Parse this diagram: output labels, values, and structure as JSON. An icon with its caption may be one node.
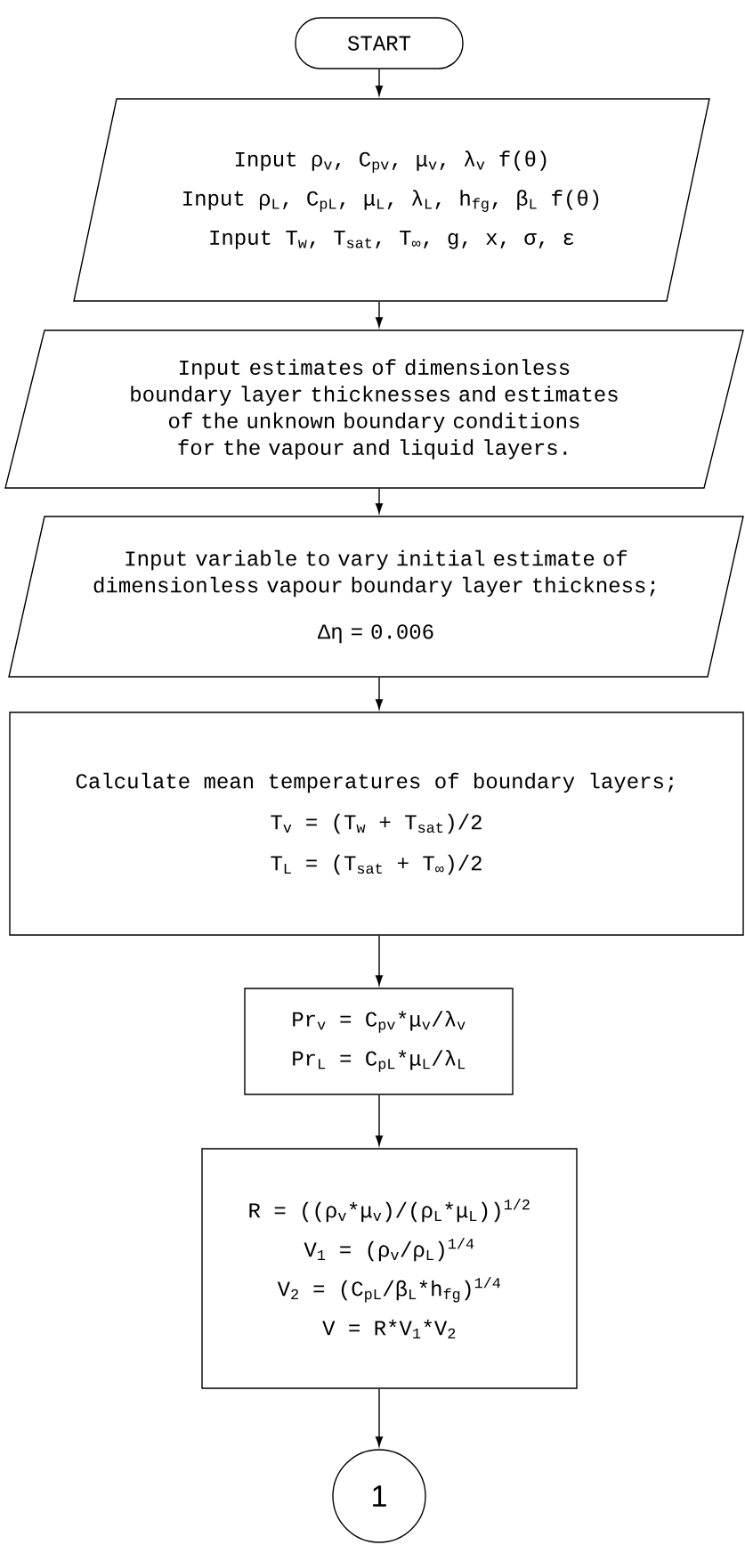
{
  "diagram": {
    "nodes": [
      {
        "text": [
          "START"
        ]
      },
      {
        "text": [
          "Input ρ$_{v}$, C$_{pv}$, μ$_{v}$, λ$_{v}$ f(θ)",
          "Input ρ$_{L}$, C$_{pL}$, μ$_{L}$, λ$_{L}$, h$_{fg}$, β$_{L}$ f(θ)",
          "Input T$_{w}$, T$_{sat}$, T$_{∞}$, g, x, σ, ε"
        ]
      },
      {
        "text": [
          "Input estimates of dimensionless boundary layer thicknesses and estimates of the unknown boundary conditions for the vapour and liquid layers."
        ]
      },
      {
        "text": [
          "Input variable to vary initial estimate of dimensionless vapour boundary layer thickness;",
          "Δη = 0.006"
        ]
      },
      {
        "text": [
          "Calculate mean temperatures of boundary layers;",
          "T$_{v}$ = (T$_{w}$ + T$_{sat}$)/2",
          "T$_{L}$ = (T$_{sat}$ + T$_{∞}$)/2"
        ]
      },
      {
        "text": [
          "Pr$_{v}$ = C$_{pv}$*μ$_{v}$/λ$_{v}$",
          "Pr$_{L}$ = C$_{pL}$*μ$_{L}$/λ$_{L}$"
        ]
      },
      {
        "text": [
          "R = ((ρ$_{v}$*μ$_{v}$)/(ρ$_{L}$*μ$_{L}$))$^{1/2}$",
          "V$_{1}$ = (ρ$_{v}$/ρ$_{L}$)$^{1/4}$",
          "V$_{2}$ = (C$_{pL}$/β$_{L}$*h$_{fg}$)$^{1/4}$",
          "V = R*V$_{1}$*V$_{2}$"
        ]
      },
      {
        "text": [
          "1"
        ]
      }
    ],
    "edges": [
      {
        "from": 0,
        "to": 1,
        "arrow": "to"
      },
      {
        "from": 1,
        "to": 2,
        "arrow": "to"
      },
      {
        "from": 2,
        "to": 3,
        "arrow": "to"
      },
      {
        "from": 3,
        "to": 4,
        "arrow": "to"
      },
      {
        "from": 4,
        "to": 5,
        "arrow": "to"
      },
      {
        "from": 5,
        "to": 6,
        "arrow": "to"
      },
      {
        "from": 6,
        "to": 7,
        "arrow": "to"
      }
    ]
  }
}
